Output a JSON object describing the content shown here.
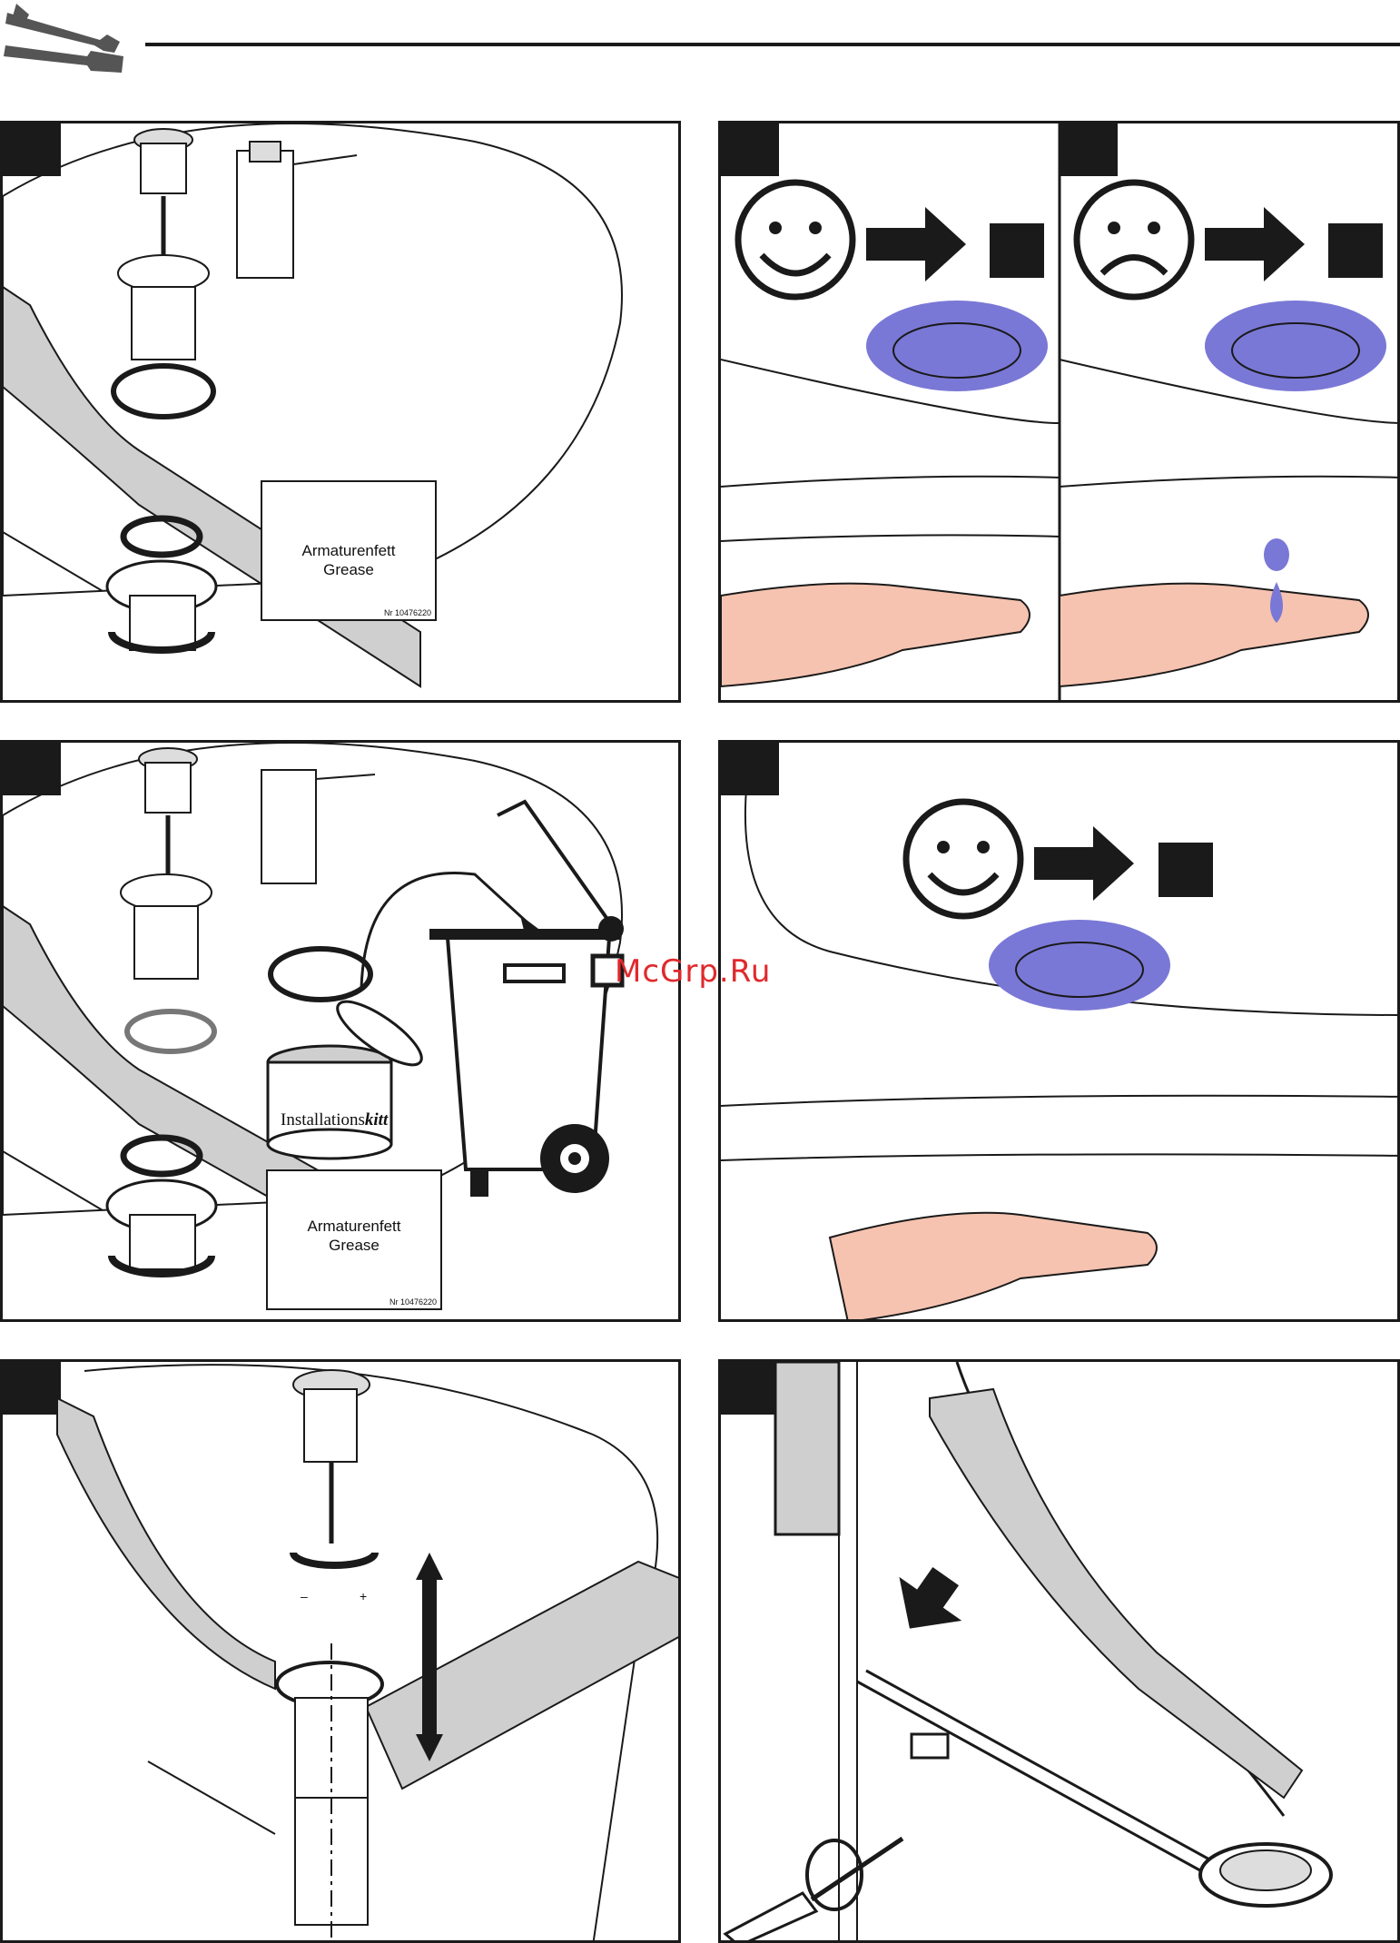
{
  "header": {
    "icon": "tools-icon"
  },
  "panels": {
    "p1": {
      "icon": "wrench-icon",
      "grease": {
        "line1": "Armaturenfett",
        "line2": "Grease",
        "nr": "Nr 10476220"
      }
    },
    "p2a": {
      "icon": "happy-face-icon"
    },
    "p2b": {
      "icon": "sad-face-icon"
    },
    "p3": {
      "grease": {
        "line1": "Armaturenfett",
        "line2": "Grease",
        "nr": "Nr 10476220"
      },
      "kitt_prefix": "Installations",
      "kitt_suffix": "kitt"
    },
    "p4": {
      "icon": "happy-face-icon"
    },
    "p5": {
      "minus": "–",
      "plus": "+"
    },
    "p6": {
      "icon": "screwdriver-icon"
    }
  },
  "watermark": "McGrp.Ru",
  "colors": {
    "ink": "#1a1a1a",
    "gray": "#cfcfcf",
    "water": "#7a78d6",
    "skin": "#f6c3b0"
  }
}
